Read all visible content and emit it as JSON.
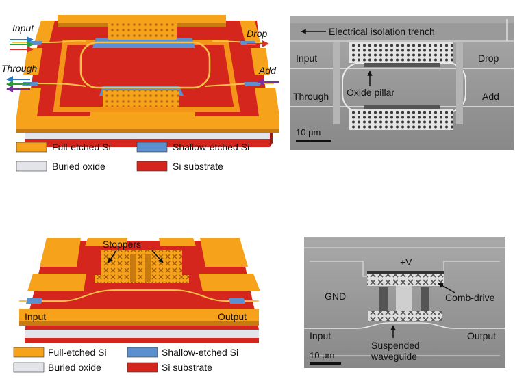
{
  "colors": {
    "full_etched_si": "#f7a21b",
    "buried_oxide": "#e3e3ea",
    "si_substrate": "#d4261c",
    "shallow_etched_si": "#5a8fd0",
    "sem_background": "#8f8f8f",
    "arrow_green": "#2a9e3a",
    "arrow_blue": "#2a79c4",
    "arrow_red": "#d9322a",
    "arrow_purple": "#7a2fa0"
  },
  "top_left": {
    "ports": {
      "input": "Input",
      "through": "Through",
      "drop": "Drop",
      "add": "Add"
    },
    "legend": [
      {
        "label": "Full-etched Si",
        "color_key": "full_etched_si"
      },
      {
        "label": "Shallow-etched Si",
        "color_key": "shallow_etched_si"
      },
      {
        "label": "Buried oxide",
        "color_key": "buried_oxide"
      },
      {
        "label": "Si substrate",
        "color_key": "si_substrate"
      }
    ]
  },
  "top_right": {
    "trench": "Electrical isolation trench",
    "input": "Input",
    "drop": "Drop",
    "through": "Through",
    "add": "Add",
    "pillar": "Oxide pillar",
    "scale": "10 μm"
  },
  "bottom_left": {
    "stoppers": "Stoppers",
    "input": "Input",
    "output": "Output",
    "legend": [
      {
        "label": "Full-etched Si",
        "color_key": "full_etched_si"
      },
      {
        "label": "Shallow-etched Si",
        "color_key": "shallow_etched_si"
      },
      {
        "label": "Buried oxide",
        "color_key": "buried_oxide"
      },
      {
        "label": "Si substrate",
        "color_key": "si_substrate"
      }
    ]
  },
  "bottom_right": {
    "plus_v": "+V",
    "gnd": "GND",
    "comb": "Comb-drive",
    "input": "Input",
    "output": "Output",
    "suspended_line1": "Suspended",
    "suspended_line2": "waveguide",
    "scale": "10 μm"
  }
}
